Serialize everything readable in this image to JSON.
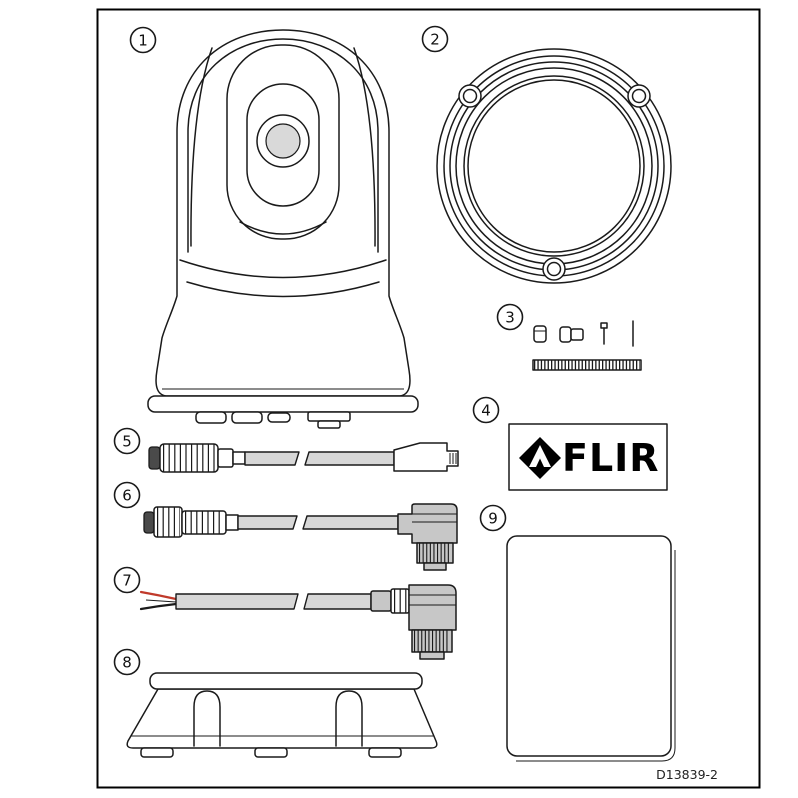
{
  "diagram": {
    "kind": "product-packing-parts-diagram",
    "brand_label": "FLIR",
    "document_code": "D13839-2",
    "callouts": [
      {
        "number": "1",
        "part": "pan-tilt-thermal-camera"
      },
      {
        "number": "2",
        "part": "mounting-gasket-ring"
      },
      {
        "number": "3",
        "part": "fastener-hardware-set"
      },
      {
        "number": "4",
        "part": "flir-logo-label"
      },
      {
        "number": "5",
        "part": "network-cable"
      },
      {
        "number": "6",
        "part": "video-cable-right-angle"
      },
      {
        "number": "7",
        "part": "power-cable-bare-wires"
      },
      {
        "number": "8",
        "part": "mounting-bracket-base"
      },
      {
        "number": "9",
        "part": "documentation-booklet"
      }
    ],
    "colors": {
      "line": "#1a1a1a",
      "background": "#ffffff",
      "cable_fill": "#d7d7d7",
      "connector_fill": "#c7c7c7",
      "wire_red": "#c03a2b",
      "brand_black": "#000000"
    }
  }
}
